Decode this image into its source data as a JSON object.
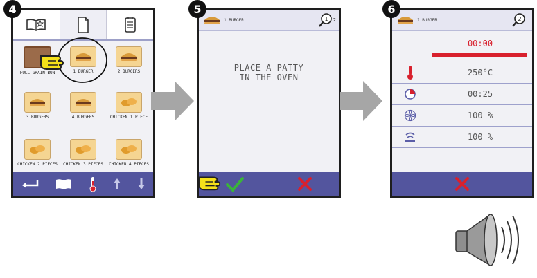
{
  "steps": {
    "s4": "4",
    "s5": "5",
    "s6": "6"
  },
  "panel4": {
    "tab_icons": [
      "book-icon",
      "page-icon",
      "notepad-icon"
    ],
    "items": [
      {
        "label": "FULL GRAIN BUN",
        "icon": "bun-icon"
      },
      {
        "label": "1 BURGER",
        "icon": "burger-icon"
      },
      {
        "label": "2 BURGERS",
        "icon": "burger-icon"
      },
      {
        "label": "3 BURGERS",
        "icon": "burger-icon"
      },
      {
        "label": "4 BURGERS",
        "icon": "burger-icon"
      },
      {
        "label": "CHICKEN 1 PIECE",
        "icon": "chicken-icon"
      },
      {
        "label": "CHICKEN 2 PIECES",
        "icon": "chicken-icon"
      },
      {
        "label": "CHICKEN 3 PIECES",
        "icon": "chicken-icon"
      },
      {
        "label": "CHICKEN 4 PIECES",
        "icon": "chicken-icon"
      }
    ],
    "selected_index": 1,
    "bottom_icons": [
      "back-arrow-icon",
      "book-icon",
      "thermometer-icon",
      "up-arrow-icon",
      "down-arrow-icon"
    ]
  },
  "panel5": {
    "title": "1 BURGER",
    "step_count": "2",
    "message_line1": "PLACE A PATTY",
    "message_line2": "IN THE OVEN",
    "bottom_icons": [
      "confirm-check-icon",
      "cancel-x-icon"
    ]
  },
  "panel6": {
    "title": "1 BURGER",
    "timer": "00:00",
    "rows": [
      {
        "icon": "thermometer-icon",
        "value": "250°C"
      },
      {
        "icon": "clock-icon",
        "value": "00:25"
      },
      {
        "icon": "fan-icon",
        "value": "100 %"
      },
      {
        "icon": "steam-icon",
        "value": "100 %"
      }
    ],
    "bottom_icons": [
      "cancel-x-icon"
    ]
  },
  "colors": {
    "bar": "#53559e",
    "accent_red": "#d8202d",
    "check_green": "#3ab33a",
    "hand_yellow": "#f5e11a"
  }
}
